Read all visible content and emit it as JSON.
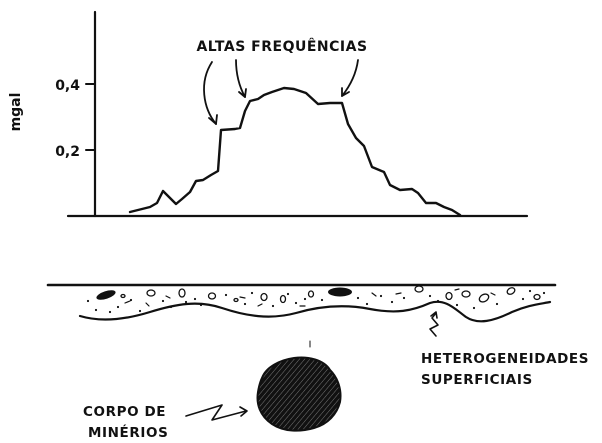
{
  "axis": {
    "y_unit": "mgal",
    "y_ticks": [
      "0,4",
      "0,2"
    ]
  },
  "labels": {
    "high_freq": "ALTAS FREQUÊNCIAS",
    "heterogeneities_line1": "HETEROGENEIDADES",
    "heterogeneities_line2": "SUPERFICIAIS",
    "ore_body_line1": "CORPO DE",
    "ore_body_line2": "MINÉRIOS"
  },
  "colors": {
    "ink": "#111111",
    "background": "#ffffff"
  }
}
